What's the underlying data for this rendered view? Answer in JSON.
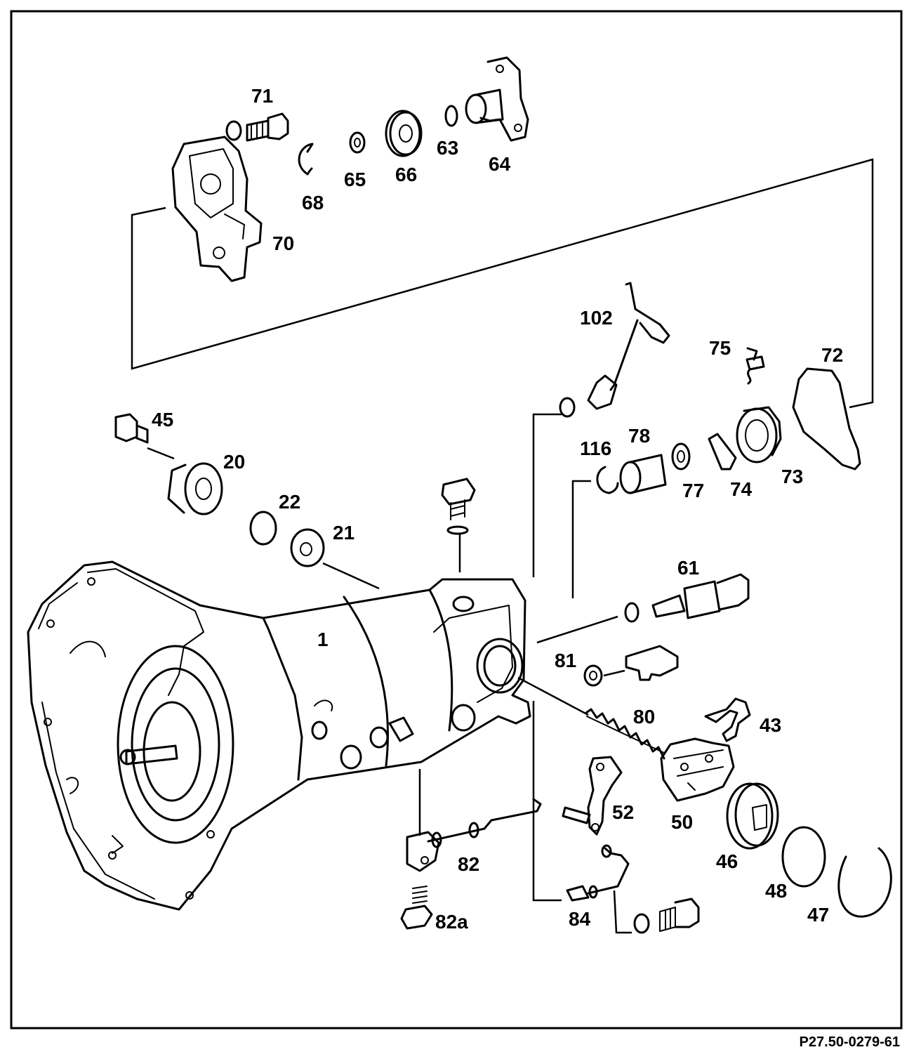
{
  "reference_code": "P27.50-0279-61",
  "labels": {
    "p71": "71",
    "p68": "68",
    "p65": "65",
    "p66": "66",
    "p63": "63",
    "p64": "64",
    "p70": "70",
    "p102": "102",
    "p75": "75",
    "p72": "72",
    "p45": "45",
    "p20": "20",
    "p116": "116",
    "p78": "78",
    "p77": "77",
    "p74": "74",
    "p73": "73",
    "p22": "22",
    "p21": "21",
    "p61": "61",
    "p1": "1",
    "p81": "81",
    "p80": "80",
    "p43": "43",
    "p52": "52",
    "p50": "50",
    "p82": "82",
    "p46": "46",
    "p48": "48",
    "p82a": "82a",
    "p84": "84",
    "p47": "47"
  }
}
